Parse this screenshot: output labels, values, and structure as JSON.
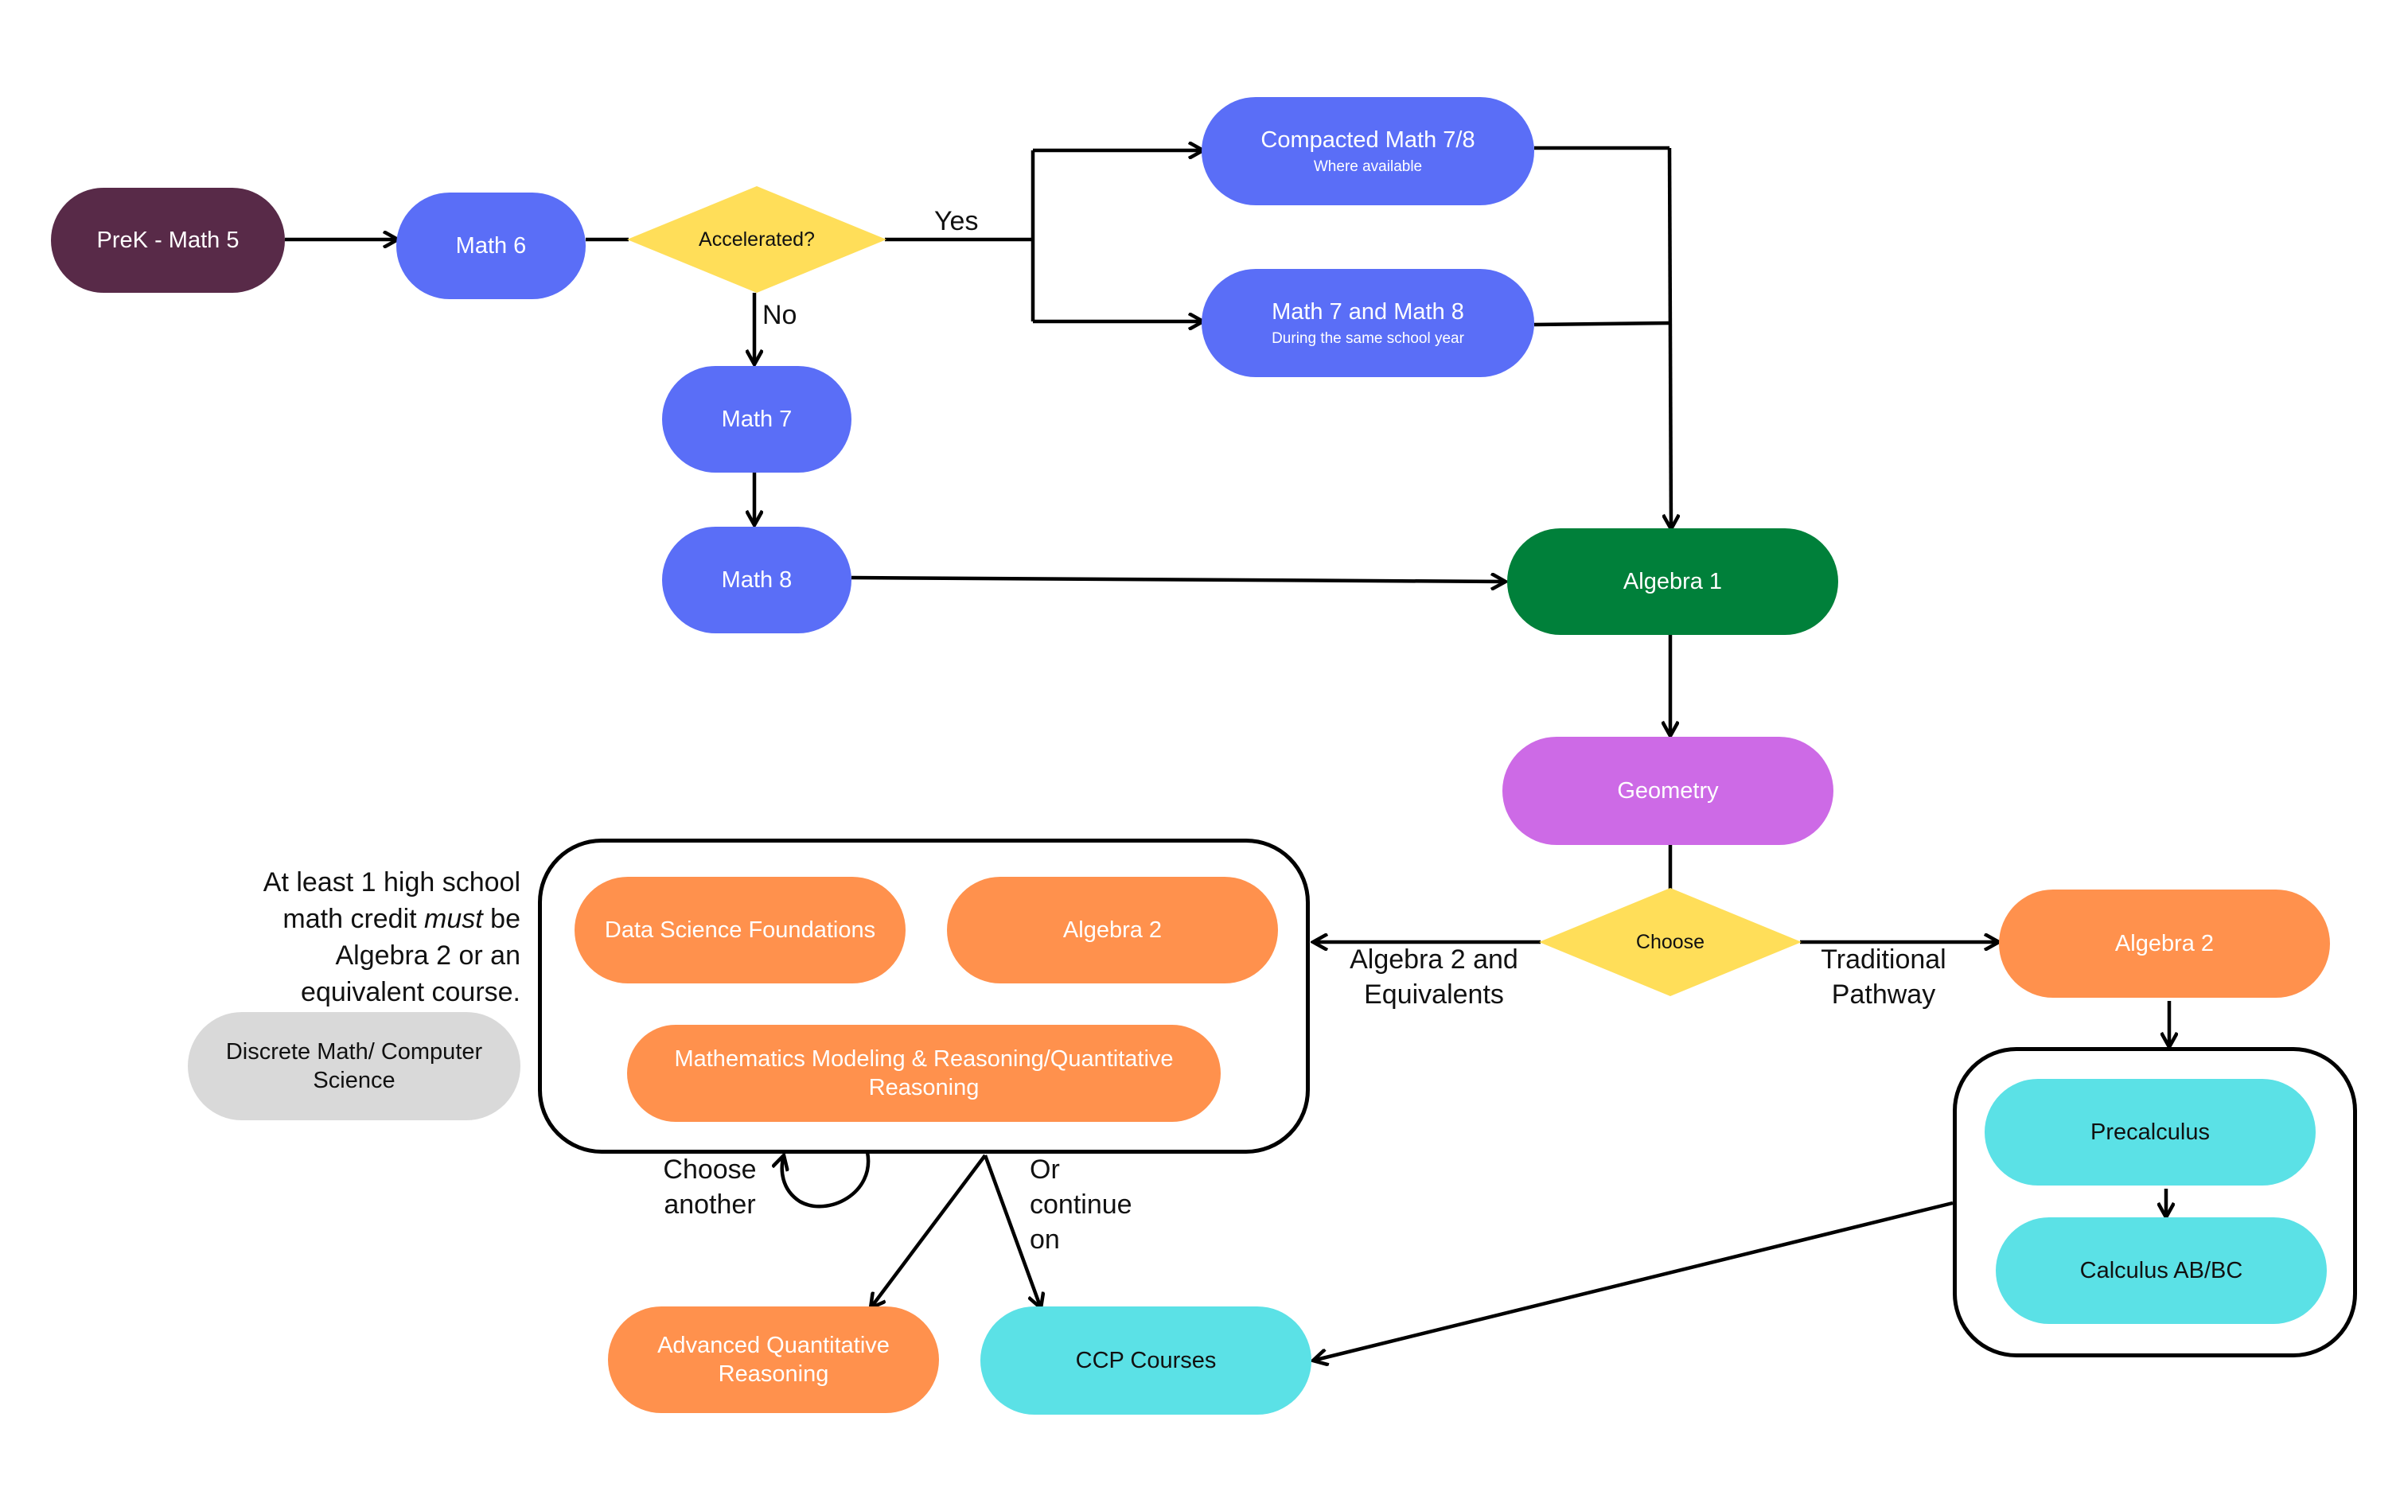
{
  "colors": {
    "prek": "#582a48",
    "blue": "#5a6ef7",
    "green": "#00803a",
    "purple": "#cd6ae6",
    "orange": "#ff914d",
    "cyan": "#5be1e6",
    "gray": "#d9d9d9",
    "yellow": "#ffde59"
  },
  "nodes": {
    "prek": "PreK - Math 5",
    "math6": "Math 6",
    "accelerated": "Accelerated?",
    "compacted": "Compacted Math 7/8",
    "compacted_sub": "Where available",
    "math78": "Math 7 and Math 8",
    "math78_sub": "During the same school year",
    "math7": "Math 7",
    "math8": "Math 8",
    "algebra1": "Algebra 1",
    "geometry": "Geometry",
    "choose": "Choose",
    "data_science": "Data Science Foundations",
    "algebra2_equiv": "Algebra 2",
    "math_modeling": "Mathematics Modeling & Reasoning/Quantitative Reasoning",
    "discrete": "Discrete Math/ Computer Science",
    "algebra2_trad": "Algebra 2",
    "precalculus": "Precalculus",
    "calculus": "Calculus AB/BC",
    "aqr": "Advanced Quantitative Reasoning",
    "ccp": "CCP Courses"
  },
  "edge_labels": {
    "yes": "Yes",
    "no": "No",
    "algebra2_equivalents": "Algebra 2 and Equivalents",
    "traditional": "Traditional Pathway",
    "choose_another": "Choose another",
    "or_continue": "Or continue on"
  },
  "note": {
    "before": "At least 1 high school math credit ",
    "emphasis": "must",
    "after": " be Algebra 2 or an equivalent course."
  }
}
